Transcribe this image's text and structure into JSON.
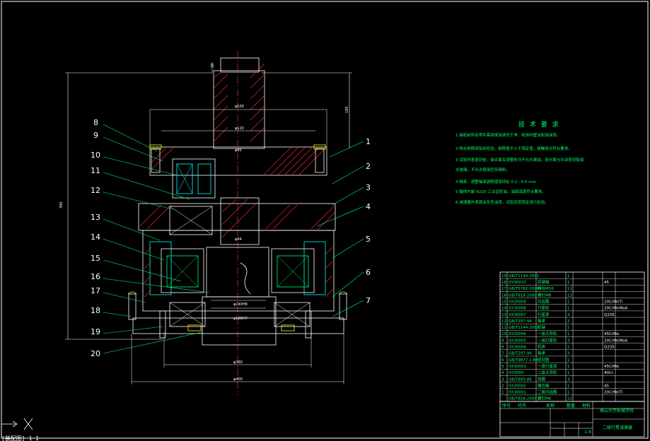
{
  "callouts_right": [
    "1",
    "2",
    "3",
    "4",
    "5",
    "6",
    "7"
  ],
  "callouts_left": [
    "8",
    "9",
    "10",
    "11",
    "12",
    "13",
    "14",
    "15",
    "16",
    "17",
    "18",
    "19",
    "20"
  ],
  "dimensions": {
    "overall_height": "390",
    "top_height": "185",
    "shaft_top": "30",
    "d_top1": "φ100",
    "d_top2": "φ120",
    "d_mid": "φ80",
    "d_center": "φ84",
    "d_bottom1": "φ380",
    "d_bottom2": "φ400",
    "fit1": "φ240H8",
    "fit2": "φ180H7"
  },
  "tech_req": {
    "title": "技 术 要 求",
    "lines": [
      "1  装配前所有零件需用煤油清洗干净，机体内壁涂耐油油漆。",
      "2  啮合侧隙用铅丝检验，侧隙值不小于规定值，接触斑点符合要求。",
      "3  试验时各密封处、接合面及调整处均不允许漏油，剖分面允许涂密封胶或",
      "    水玻璃，不允许使用任何填料。",
      "4  轴承、调整轴承游隙值保持在 0.2 - 0.5 mm",
      "5  箱体内装 N220 工业齿轮油，油面高度符合要求。",
      "6  减速器外表面涂灰色油漆，试验后按规定进行检验。"
    ]
  },
  "bom": [
    {
      "no": "19",
      "code": "GB/T1144-2001",
      "name": "",
      "qty": "1",
      "mat": ""
    },
    {
      "no": "18",
      "code": "0X30010",
      "name": "花键轴",
      "qty": "1",
      "mat": "45"
    },
    {
      "no": "17",
      "code": "GB/T5782-2000",
      "name": "螺栓M16",
      "qty": "12",
      "mat": ""
    },
    {
      "no": "16",
      "code": "GB/T818-2000",
      "name": "螺钉M8",
      "qty": "12",
      "mat": ""
    },
    {
      "no": "15",
      "code": "0X30009",
      "name": "内齿圈",
      "qty": "1",
      "mat": "20CrMnTi"
    },
    {
      "no": "14",
      "code": "0X30008",
      "name": "行星轮",
      "qty": "1",
      "mat": "20CrMnMoA"
    },
    {
      "no": "13",
      "code": "0X30007",
      "name": "行星架",
      "qty": "3",
      "mat": "Q235"
    },
    {
      "no": "12",
      "code": "GB/T297-94",
      "name": "轴承",
      "qty": "2",
      "mat": ""
    },
    {
      "no": "11",
      "code": "GB/T1144-2001",
      "name": "花键",
      "qty": "1",
      "mat": ""
    },
    {
      "no": "10",
      "code": "0X30006",
      "name": "一级太阳轮",
      "qty": "1",
      "mat": "45CrMo"
    },
    {
      "no": "9",
      "code": "0X30005",
      "name": "一级行星轮",
      "qty": "3",
      "mat": "20CrMnMoA"
    },
    {
      "no": "8",
      "code": "0X30004",
      "name": "机体",
      "qty": "1",
      "mat": "Q235"
    },
    {
      "no": "7",
      "code": "GB/T297-94",
      "name": "轴承",
      "qty": "3",
      "mat": ""
    },
    {
      "no": "6",
      "code": "GB/T9877.1-88",
      "name": "密封圈",
      "qty": "1",
      "mat": ""
    },
    {
      "no": "5",
      "code": "0X30003",
      "name": "一级行星架",
      "qty": "1",
      "mat": "45CrMo"
    },
    {
      "no": "4",
      "code": "0X3000",
      "name": "二级太阳轮",
      "qty": "1",
      "mat": "40Cr"
    },
    {
      "no": "3",
      "code": "GB/T893-86",
      "name": "挡圈",
      "qty": "3",
      "mat": ""
    },
    {
      "no": "2",
      "code": "0X30002",
      "name": "输出轴",
      "qty": "1",
      "mat": "45"
    },
    {
      "no": "1",
      "code": "0X30001",
      "name": "二级内齿圈",
      "qty": "1",
      "mat": "20CrMnTi"
    },
    {
      "no": "",
      "code": "GB/T818-2000",
      "name": "螺钉M6",
      "qty": "12",
      "mat": ""
    }
  ],
  "title_block": {
    "school": "燕山大学机械学院",
    "drawing_name": "二级行星减速器",
    "scale": "1:4",
    "headers": [
      "序号",
      "代号",
      "名称",
      "数量",
      "材料"
    ]
  },
  "command_line": "[装配图]   1   1    "
}
